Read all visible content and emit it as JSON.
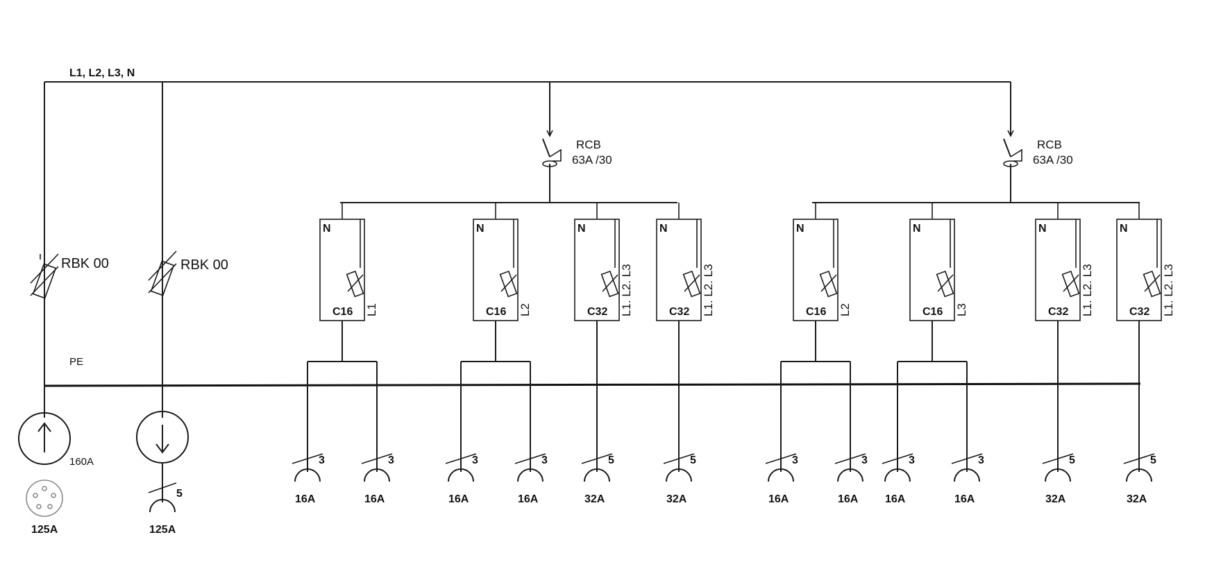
{
  "bus": {
    "supply_label": "L1, L2, L3, N",
    "pe_label": "PE"
  },
  "feeds": [
    {
      "fuse_label": "RBK 00",
      "device": "inlet-socket",
      "rating_label": "160A",
      "connector_label": "125A"
    },
    {
      "fuse_label": "RBK 00",
      "device": "outlet-plug",
      "poles": "5",
      "connector_label": "125A"
    }
  ],
  "rcds": [
    {
      "type_label": "RCB",
      "rating_label": "63A /30"
    },
    {
      "type_label": "RCB",
      "rating_label": "63A /30"
    }
  ],
  "breakers": [
    {
      "neutral": "N",
      "rating": "C16",
      "phase": "L1",
      "outlets": [
        {
          "poles": "3",
          "current": "16A"
        },
        {
          "poles": "3",
          "current": "16A"
        }
      ]
    },
    {
      "neutral": "N",
      "rating": "C16",
      "phase": "L2",
      "outlets": [
        {
          "poles": "3",
          "current": "16A"
        },
        {
          "poles": "3",
          "current": "16A"
        }
      ]
    },
    {
      "neutral": "N",
      "rating": "C32",
      "phase": "L1. L2. L3",
      "outlets": [
        {
          "poles": "5",
          "current": "32A"
        }
      ]
    },
    {
      "neutral": "N",
      "rating": "C32",
      "phase": "L1. L2. L3",
      "outlets": [
        {
          "poles": "5",
          "current": "32A"
        }
      ]
    },
    {
      "neutral": "N",
      "rating": "C16",
      "phase": "L2",
      "outlets": [
        {
          "poles": "3",
          "current": "16A"
        },
        {
          "poles": "3",
          "current": "16A"
        }
      ]
    },
    {
      "neutral": "N",
      "rating": "C16",
      "phase": "L3",
      "outlets": [
        {
          "poles": "3",
          "current": "16A"
        },
        {
          "poles": "3",
          "current": "16A"
        }
      ]
    },
    {
      "neutral": "N",
      "rating": "C32",
      "phase": "L1. L2. L3",
      "outlets": [
        {
          "poles": "5",
          "current": "32A"
        }
      ]
    },
    {
      "neutral": "N",
      "rating": "C32",
      "phase": "L1. L2. L3",
      "outlets": [
        {
          "poles": "5",
          "current": "32A"
        }
      ]
    }
  ]
}
